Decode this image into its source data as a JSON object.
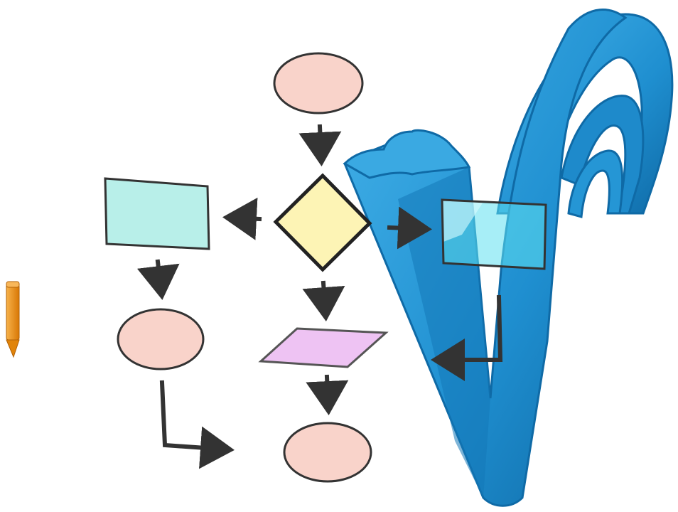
{
  "diagram": {
    "type": "flowchart",
    "nodes": [
      {
        "id": "start-oval",
        "shape": "ellipse",
        "label": ""
      },
      {
        "id": "decision-diamond",
        "shape": "diamond",
        "label": ""
      },
      {
        "id": "left-process-box",
        "shape": "rectangle",
        "label": ""
      },
      {
        "id": "right-process-box",
        "shape": "rectangle",
        "label": ""
      },
      {
        "id": "left-terminal-oval",
        "shape": "ellipse",
        "label": ""
      },
      {
        "id": "data-parallelogram",
        "shape": "parallelogram",
        "label": ""
      },
      {
        "id": "end-oval",
        "shape": "ellipse",
        "label": ""
      }
    ],
    "edges": [
      {
        "from": "start-oval",
        "to": "decision-diamond"
      },
      {
        "from": "decision-diamond",
        "to": "left-process-box"
      },
      {
        "from": "decision-diamond",
        "to": "right-process-box"
      },
      {
        "from": "decision-diamond",
        "to": "data-parallelogram"
      },
      {
        "from": "left-process-box",
        "to": "left-terminal-oval"
      },
      {
        "from": "left-terminal-oval",
        "to": "end-oval"
      },
      {
        "from": "data-parallelogram",
        "to": "end-oval"
      },
      {
        "from": "right-process-box",
        "to": "data-parallelogram"
      }
    ]
  },
  "colors": {
    "oval": "#f9d3ca",
    "rect": "#b8efe9",
    "diamond": "#fdf4b5",
    "parallelogram": "#eec3f3",
    "rect_glass": "#5fe0f0",
    "logo_blue": "#1f8fd0",
    "logo_blue_dark": "#0f6aa6",
    "logo_blue_light": "#45b3ea",
    "arrow": "#333333",
    "crayon": "#f0930f"
  },
  "decorations": {
    "logo": "3d-blue-checkmark-logo",
    "pencil": "orange-crayon-icon"
  }
}
